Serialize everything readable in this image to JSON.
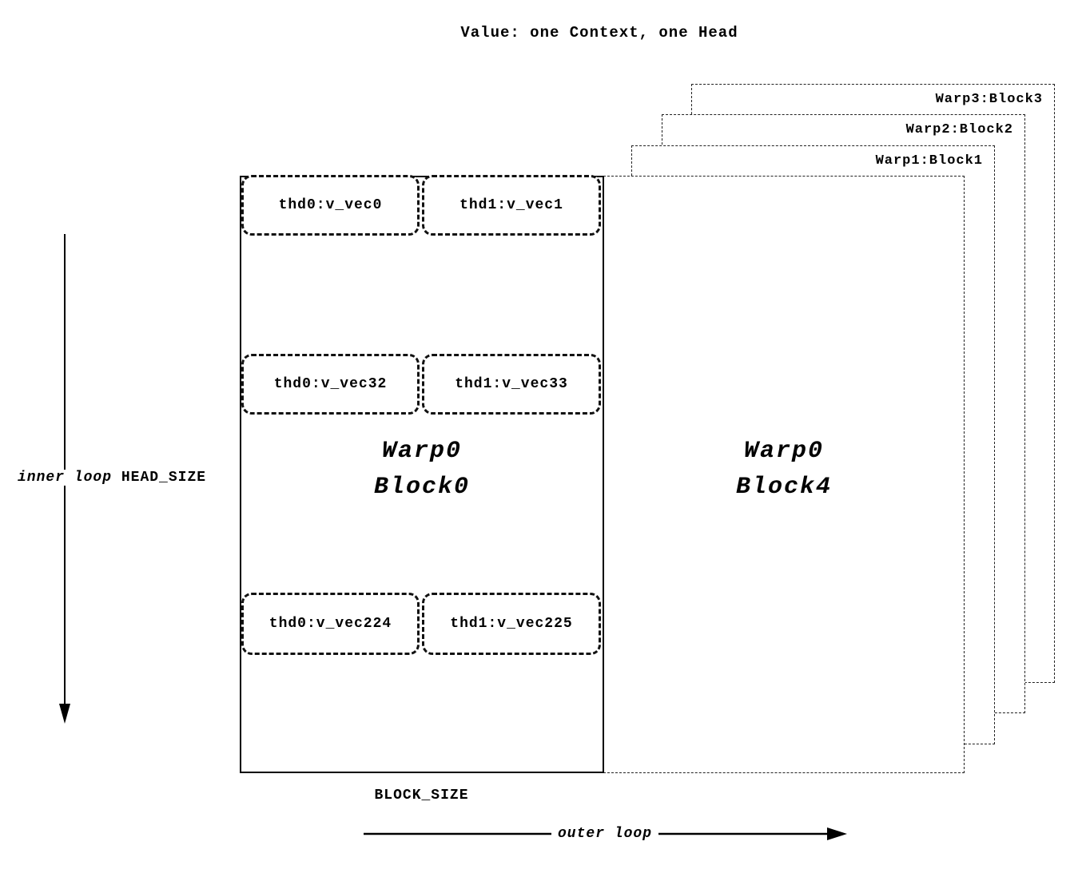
{
  "title": "Value: one Context, one Head",
  "stacked_blocks": [
    {
      "label": "Warp3:Block3"
    },
    {
      "label": "Warp2:Block2"
    },
    {
      "label": "Warp1:Block1"
    }
  ],
  "block4": {
    "line1": "Warp0",
    "line2": "Block4"
  },
  "block0": {
    "line1": "Warp0",
    "line2": "Block0",
    "rows": [
      {
        "left": "thd0:v_vec0",
        "right": "thd1:v_vec1"
      },
      {
        "left": "thd0:v_vec32",
        "right": "thd1:v_vec33"
      },
      {
        "left": "thd0:v_vec224",
        "right": "thd1:v_vec225"
      }
    ]
  },
  "labels": {
    "inner_loop": "inner loop",
    "head_size": "HEAD_SIZE",
    "block_size": "BLOCK_SIZE",
    "outer_loop": "outer loop"
  }
}
